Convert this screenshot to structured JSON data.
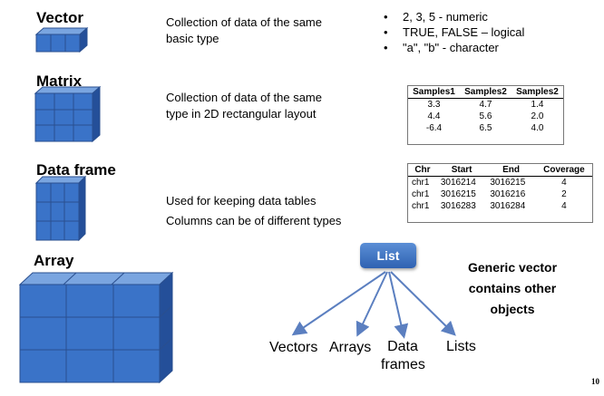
{
  "vector": {
    "heading": "Vector",
    "description": [
      "Collection of data of the same",
      "basic type"
    ],
    "bullets": [
      "2, 3, 5 - numeric",
      "TRUE, FALSE – logical",
      "\"a\", \"b\" - character"
    ]
  },
  "matrix": {
    "heading": "Matrix",
    "description": [
      "Collection of data of the same",
      "type in 2D rectangular layout"
    ],
    "table": {
      "headers": [
        "Samples1",
        "Samples2",
        "Samples2"
      ],
      "rows": [
        [
          "3.3",
          "4.7",
          "1.4"
        ],
        [
          "4.4",
          "5.6",
          "2.0"
        ],
        [
          "-6.4",
          "6.5",
          "4.0"
        ]
      ]
    }
  },
  "data_frame": {
    "heading": "Data frame",
    "description": [
      "Used for keeping data tables",
      "Columns can be of different types"
    ],
    "table": {
      "headers": [
        "Chr",
        "Start",
        "End",
        "Coverage"
      ],
      "rows": [
        [
          "chr1",
          "3016214",
          "3016215",
          "4"
        ],
        [
          "chr1",
          "3016215",
          "3016216",
          "2"
        ],
        [
          "chr1",
          "3016283",
          "3016284",
          "4"
        ]
      ]
    }
  },
  "array": {
    "heading": "Array"
  },
  "list_diagram": {
    "list_label": "List",
    "description": [
      "Generic vector",
      "contains other",
      "objects"
    ],
    "targets": [
      [
        "Vectors"
      ],
      [
        "Arrays"
      ],
      [
        "Data",
        "frames"
      ],
      [
        "Lists"
      ]
    ]
  },
  "page_number": "10",
  "colors": {
    "cube_light": "#5b8fd6",
    "cube_dark": "#2f62b2",
    "arrow": "#5b7fc0"
  }
}
